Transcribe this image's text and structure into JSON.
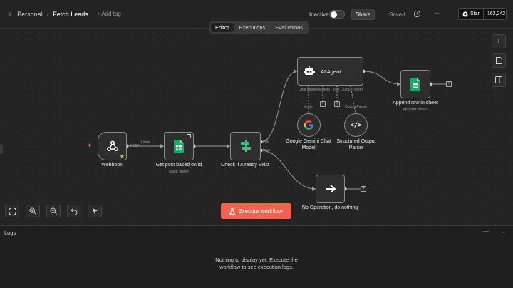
{
  "header": {
    "project": "Personal",
    "separator": "/",
    "workflow_name": "Fetch Leads",
    "add_tag": "+ Add tag",
    "status": "Inactive",
    "share": "Share",
    "saved": "Saved",
    "github": {
      "star_label": "Star",
      "count": "162,242"
    }
  },
  "tabs": [
    {
      "label": "Editor",
      "active": true
    },
    {
      "label": "Executions",
      "active": false
    },
    {
      "label": "Evaluations",
      "active": false
    }
  ],
  "nodes": {
    "webhook": {
      "label": "Webhook",
      "out_label": "POST"
    },
    "get_post": {
      "label": "Get post based on id",
      "sub": "read: sheet",
      "in_label": "1 item"
    },
    "check": {
      "label": "Check if Already Exist",
      "out_true": "true",
      "out_false": "false"
    },
    "ai_agent": {
      "label": "AI Agent",
      "ports": [
        "Chat Model",
        "Memory",
        "Tool",
        "Output Parser"
      ]
    },
    "gemini": {
      "label_line1": "Google Gemini Chat",
      "label_line2": "Model",
      "port": "Model"
    },
    "parser": {
      "label_line1": "Structured Output",
      "label_line2": "Parser",
      "port": "Output Parser"
    },
    "append": {
      "label": "Append row in sheet",
      "sub": "append: sheet"
    },
    "noop": {
      "label": "No Operation, do nothing"
    }
  },
  "execute_button": "Execute workflow",
  "logs": {
    "title": "Logs",
    "empty_line1": "Nothing to display yet. Execute the",
    "empty_line2": "workflow to see execution logs."
  },
  "colors": {
    "accent": "#ef6353",
    "sheets_green": "#23a566",
    "canvas": "#242424"
  }
}
